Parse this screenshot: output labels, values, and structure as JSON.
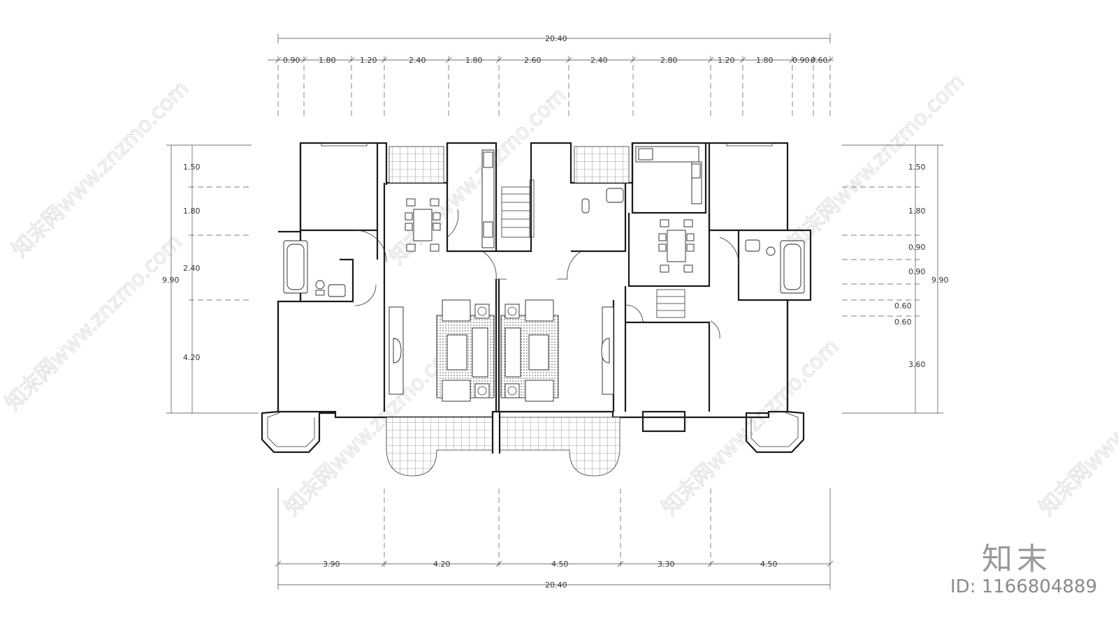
{
  "drawing": {
    "top_total": "20.40",
    "bottom_total": "20.40",
    "top_segments": [
      "0.90",
      "1.80",
      "1.20",
      "2.40",
      "1.80",
      "2.60",
      "2.40",
      "2.80",
      "1.20",
      "1.80",
      "0.90",
      "0.60"
    ],
    "bottom_segments": [
      "3.90",
      "4.20",
      "4.50",
      "3.30",
      "4.50"
    ],
    "left_total": "9.90",
    "left_segments": [
      "1.50",
      "1.80",
      "2.40",
      "4.20"
    ],
    "right_total": "9.90",
    "right_segments": [
      "1.50",
      "1.80",
      "0.90",
      "0.90",
      "0.60",
      "0.60",
      "3.60"
    ]
  },
  "watermark": {
    "text": "知末网www.znzmo.com",
    "logo": "知末",
    "id_text": "ID: 1166804889"
  },
  "colors": {
    "line": "#1a1a1a",
    "watermark": "#d9d9d9",
    "logo": "#9a9a9a"
  }
}
